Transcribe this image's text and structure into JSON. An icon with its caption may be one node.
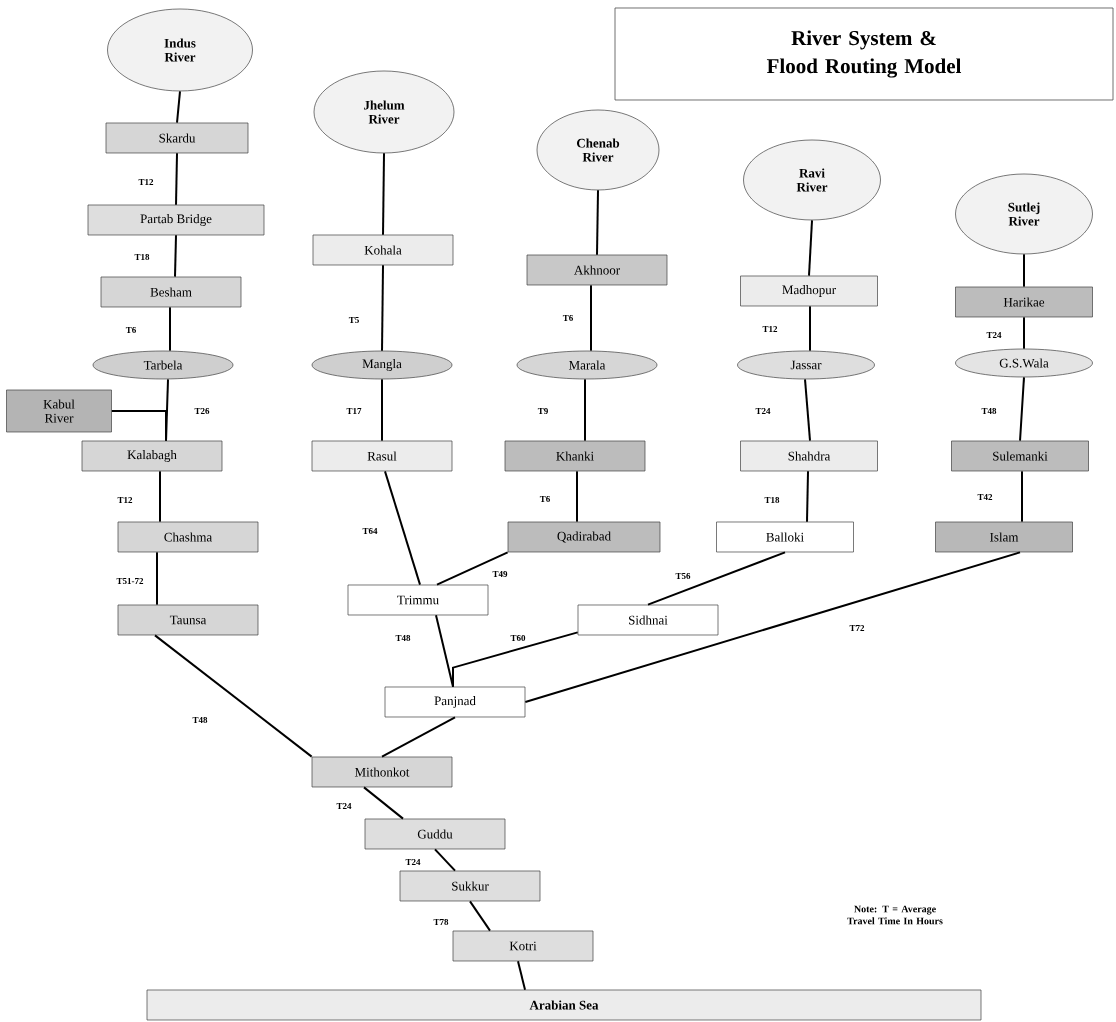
{
  "diagram": {
    "title": "River System & Flood Routing Model",
    "nodes": [
      {
        "text": [
          "Indus River"
        ]
      },
      {
        "text": [
          "Skardu"
        ]
      },
      {
        "text": [
          "Partab Bridge"
        ]
      },
      {
        "text": [
          "Besham"
        ]
      },
      {
        "text": [
          "Tarbela"
        ]
      },
      {
        "text": [
          "Kabul River"
        ]
      },
      {
        "text": [
          "Kalabagh"
        ]
      },
      {
        "text": [
          "Chashma"
        ]
      },
      {
        "text": [
          "Taunsa"
        ]
      },
      {
        "text": [
          "Jhelum River"
        ]
      },
      {
        "text": [
          "Kohala"
        ]
      },
      {
        "text": [
          "Mangla"
        ]
      },
      {
        "text": [
          "Rasul"
        ]
      },
      {
        "text": [
          "Chenab River"
        ]
      },
      {
        "text": [
          "Akhnoor"
        ]
      },
      {
        "text": [
          "Marala"
        ]
      },
      {
        "text": [
          "Khanki"
        ]
      },
      {
        "text": [
          "Qadirabad"
        ]
      },
      {
        "text": [
          "Ravi River"
        ]
      },
      {
        "text": [
          "Madhopur"
        ]
      },
      {
        "text": [
          "Jassar"
        ]
      },
      {
        "text": [
          "Shahdra"
        ]
      },
      {
        "text": [
          "Balloki"
        ]
      },
      {
        "text": [
          "Sutlej River"
        ]
      },
      {
        "text": [
          "Harikae"
        ]
      },
      {
        "text": [
          "G.S.Wala"
        ]
      },
      {
        "text": [
          "Sulemanki"
        ]
      },
      {
        "text": [
          "Islam"
        ]
      },
      {
        "text": [
          "Trimmu"
        ]
      },
      {
        "text": [
          "Sidhnai"
        ]
      },
      {
        "text": [
          "Panjnad"
        ]
      },
      {
        "text": [
          "Mithonkot"
        ]
      },
      {
        "text": [
          "Guddu"
        ]
      },
      {
        "text": [
          "Sukkur"
        ]
      },
      {
        "text": [
          "Kotri"
        ]
      },
      {
        "text": [
          "Arabian Sea"
        ]
      }
    ],
    "edges": [
      {
        "from": 0,
        "to": 1,
        "arrow": "none"
      },
      {
        "from": 1,
        "to": 2,
        "arrow": "none",
        "label": "T12"
      },
      {
        "from": 2,
        "to": 3,
        "arrow": "none",
        "label": "T18"
      },
      {
        "from": 3,
        "to": 4,
        "arrow": "none",
        "label": "T6"
      },
      {
        "from": 4,
        "to": 6,
        "arrow": "none",
        "label": "T26"
      },
      {
        "from": 5,
        "to": 6,
        "arrow": "none"
      },
      {
        "from": 6,
        "to": 7,
        "arrow": "none",
        "label": "T12"
      },
      {
        "from": 7,
        "to": 8,
        "arrow": "none",
        "label": "T51-72"
      },
      {
        "from": 8,
        "to": 31,
        "arrow": "none",
        "label": "T48"
      },
      {
        "from": 9,
        "to": 10,
        "arrow": "none"
      },
      {
        "from": 10,
        "to": 11,
        "arrow": "none",
        "label": "T5"
      },
      {
        "from": 11,
        "to": 12,
        "arrow": "none",
        "label": "T17"
      },
      {
        "from": 12,
        "to": 28,
        "arrow": "none",
        "label": "T64"
      },
      {
        "from": 28,
        "to": 30,
        "arrow": "none",
        "label": "T48"
      },
      {
        "from": 13,
        "to": 14,
        "arrow": "none"
      },
      {
        "from": 14,
        "to": 15,
        "arrow": "none",
        "label": "T6"
      },
      {
        "from": 15,
        "to": 16,
        "arrow": "none",
        "label": "T9"
      },
      {
        "from": 16,
        "to": 17,
        "arrow": "none",
        "label": "T6"
      },
      {
        "from": 17,
        "to": 28,
        "arrow": "none",
        "label": "T49"
      },
      {
        "from": 18,
        "to": 19,
        "arrow": "none"
      },
      {
        "from": 19,
        "to": 20,
        "arrow": "none",
        "label": "T12"
      },
      {
        "from": 20,
        "to": 21,
        "arrow": "none",
        "label": "T24"
      },
      {
        "from": 21,
        "to": 22,
        "arrow": "none",
        "label": "T18"
      },
      {
        "from": 22,
        "to": 29,
        "arrow": "none",
        "label": "T56"
      },
      {
        "from": 29,
        "to": 30,
        "arrow": "none",
        "label": "T60"
      },
      {
        "from": 23,
        "to": 24,
        "arrow": "none"
      },
      {
        "from": 24,
        "to": 25,
        "arrow": "none",
        "label": "T24"
      },
      {
        "from": 25,
        "to": 26,
        "arrow": "none",
        "label": "T48"
      },
      {
        "from": 26,
        "to": 27,
        "arrow": "none",
        "label": "T42"
      },
      {
        "from": 27,
        "to": 30,
        "arrow": "none",
        "label": "T72"
      },
      {
        "from": 30,
        "to": 31,
        "arrow": "none"
      },
      {
        "from": 31,
        "to": 32,
        "arrow": "none",
        "label": "T24"
      },
      {
        "from": 32,
        "to": 33,
        "arrow": "none",
        "label": "T24"
      },
      {
        "from": 33,
        "to": 34,
        "arrow": "none",
        "label": "T78"
      },
      {
        "from": 34,
        "to": 35,
        "arrow": "none"
      }
    ],
    "labels": [
      "Note: T = Average Travel Time In Hours"
    ]
  }
}
